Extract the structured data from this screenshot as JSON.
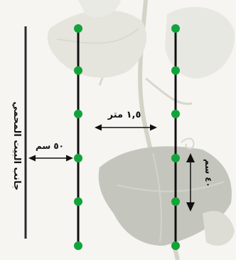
{
  "labels": {
    "greenhouse_side": "جانب البيت المحمي",
    "row_spacing": "١,٥ متر",
    "wall_spacing": "٥٠ سم",
    "plant_spacing": "٤٠ سم"
  },
  "colors": {
    "plant_dot": "#12a33a",
    "row_line": "#0f0f0f",
    "wall_line": "#2b2b2b",
    "background_tint": "#ece9e2"
  },
  "rows": [
    {
      "plants": 6
    },
    {
      "plants": 6
    }
  ]
}
